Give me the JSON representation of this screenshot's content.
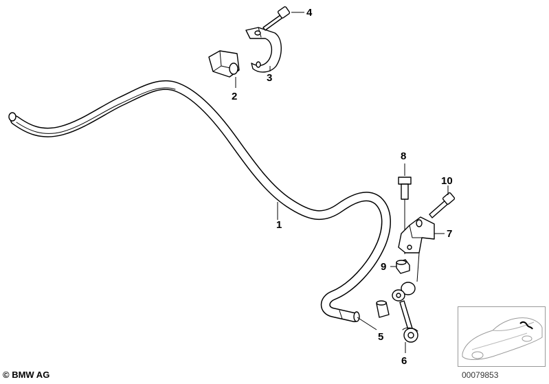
{
  "callouts": {
    "c1": "1",
    "c2": "2",
    "c3": "3",
    "c4": "4",
    "c5": "5",
    "c6": "6",
    "c7": "7",
    "c8": "8",
    "c9": "9",
    "c10": "10"
  },
  "footer": {
    "copyright": "© BMW AG",
    "drawing_number": "00079853"
  }
}
